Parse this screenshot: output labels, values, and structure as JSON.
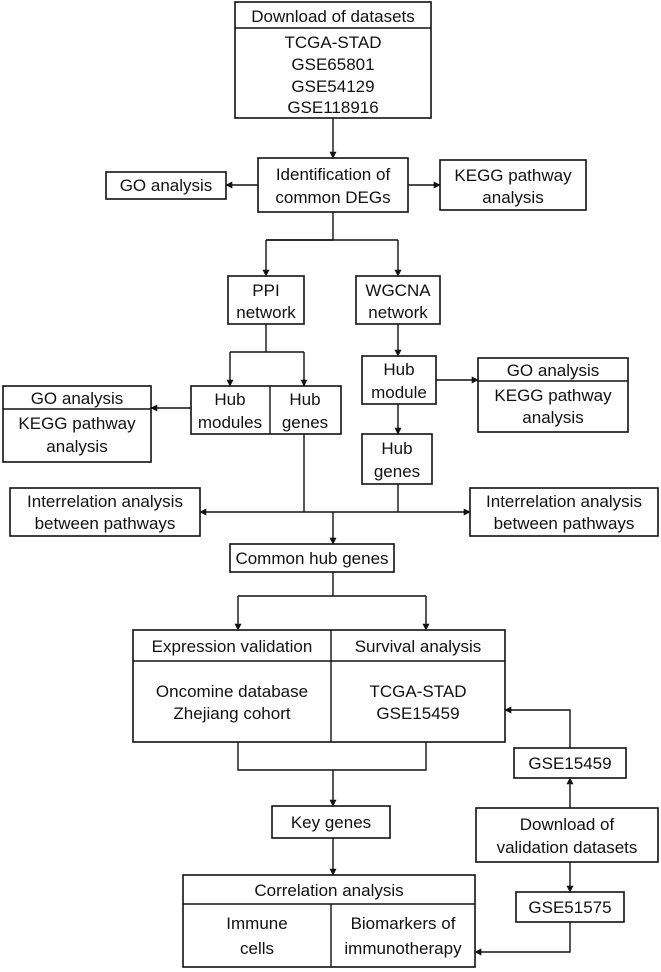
{
  "download": {
    "title": "Download of datasets",
    "datasets": [
      "TCGA-STAD",
      "GSE65801",
      "GSE54129",
      "GSE118916"
    ]
  },
  "identification": [
    "Identification of",
    "common DEGs"
  ],
  "go_analysis_top": "GO analysis",
  "kegg_top": [
    "KEGG pathway",
    "analysis"
  ],
  "ppi": [
    "PPI",
    "network"
  ],
  "wgcna": [
    "WGCNA",
    "network"
  ],
  "hub_modules": [
    "Hub",
    "modules"
  ],
  "hub_genes_left": [
    "Hub",
    "genes"
  ],
  "left_enrichment": {
    "go": "GO analysis",
    "kegg": [
      "KEGG pathway",
      "analysis"
    ]
  },
  "hub_module_right": [
    "Hub",
    "module"
  ],
  "right_enrichment": {
    "go": "GO analysis",
    "kegg": [
      "KEGG pathway",
      "analysis"
    ]
  },
  "hub_genes_right": [
    "Hub",
    "genes"
  ],
  "interrelation_left": [
    "Interrelation analysis",
    "between pathways"
  ],
  "interrelation_right": [
    "Interrelation analysis",
    "between pathways"
  ],
  "common_hub_genes": "Common hub genes",
  "expression_validation": {
    "header": "Expression validation",
    "lines": [
      "Oncomine database",
      "Zhejiang cohort"
    ]
  },
  "survival_analysis": {
    "header": "Survival analysis",
    "lines": [
      "TCGA-STAD",
      "GSE15459"
    ]
  },
  "gse15459": "GSE15459",
  "download_validation": [
    "Download of",
    "validation datasets"
  ],
  "gse51575": "GSE51575",
  "key_genes": "Key genes",
  "correlation": {
    "header": "Correlation analysis",
    "immune": [
      "Immune",
      "cells"
    ],
    "biomarkers": [
      "Biomarkers of",
      "immunotherapy"
    ]
  }
}
